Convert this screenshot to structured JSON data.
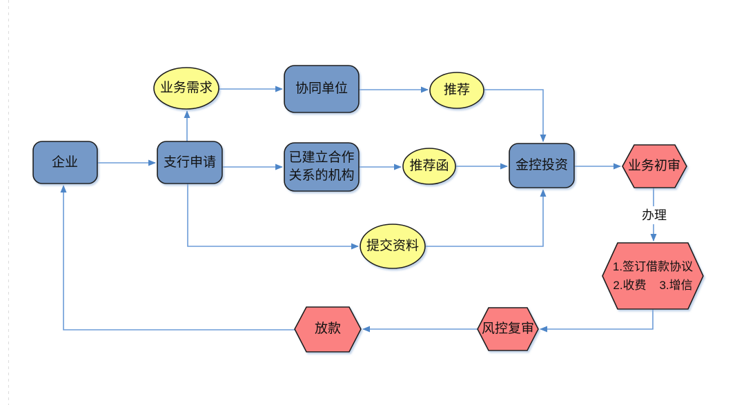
{
  "diagram": {
    "colors": {
      "background": "#FFFFFF",
      "node_blue": "#7499C8",
      "node_yellow": "#FCFC8E",
      "node_red": "#FB8181",
      "shape_border": "#1F1F1F",
      "connector": "#6B9BD7",
      "arrowhead": "#4E86C8",
      "text": "#111111",
      "guide": "#DCDCDC"
    },
    "nodes": {
      "enterprise": {
        "label": "企业"
      },
      "branch_application": {
        "label": "支行申请"
      },
      "business_demand": {
        "label": "业务需求"
      },
      "collaborating_unit": {
        "label": "协同单位"
      },
      "recommendation": {
        "label": "推荐"
      },
      "partner_institutions": {
        "label": "已建立合作\n关系的机构"
      },
      "recommendation_letter": {
        "label": "推荐函"
      },
      "jinkong_investment": {
        "label": "金控投资"
      },
      "initial_review": {
        "label": "业务初审"
      },
      "submit_materials": {
        "label": "提交资料"
      },
      "sign_agreement": {
        "label": "1.签订借款协议\n2.收费    3.增信"
      },
      "risk_recheck": {
        "label": "风控复审"
      },
      "loan_disbursement": {
        "label": "放款"
      }
    },
    "edge_labels": {
      "handle": {
        "label": "办理"
      }
    }
  }
}
